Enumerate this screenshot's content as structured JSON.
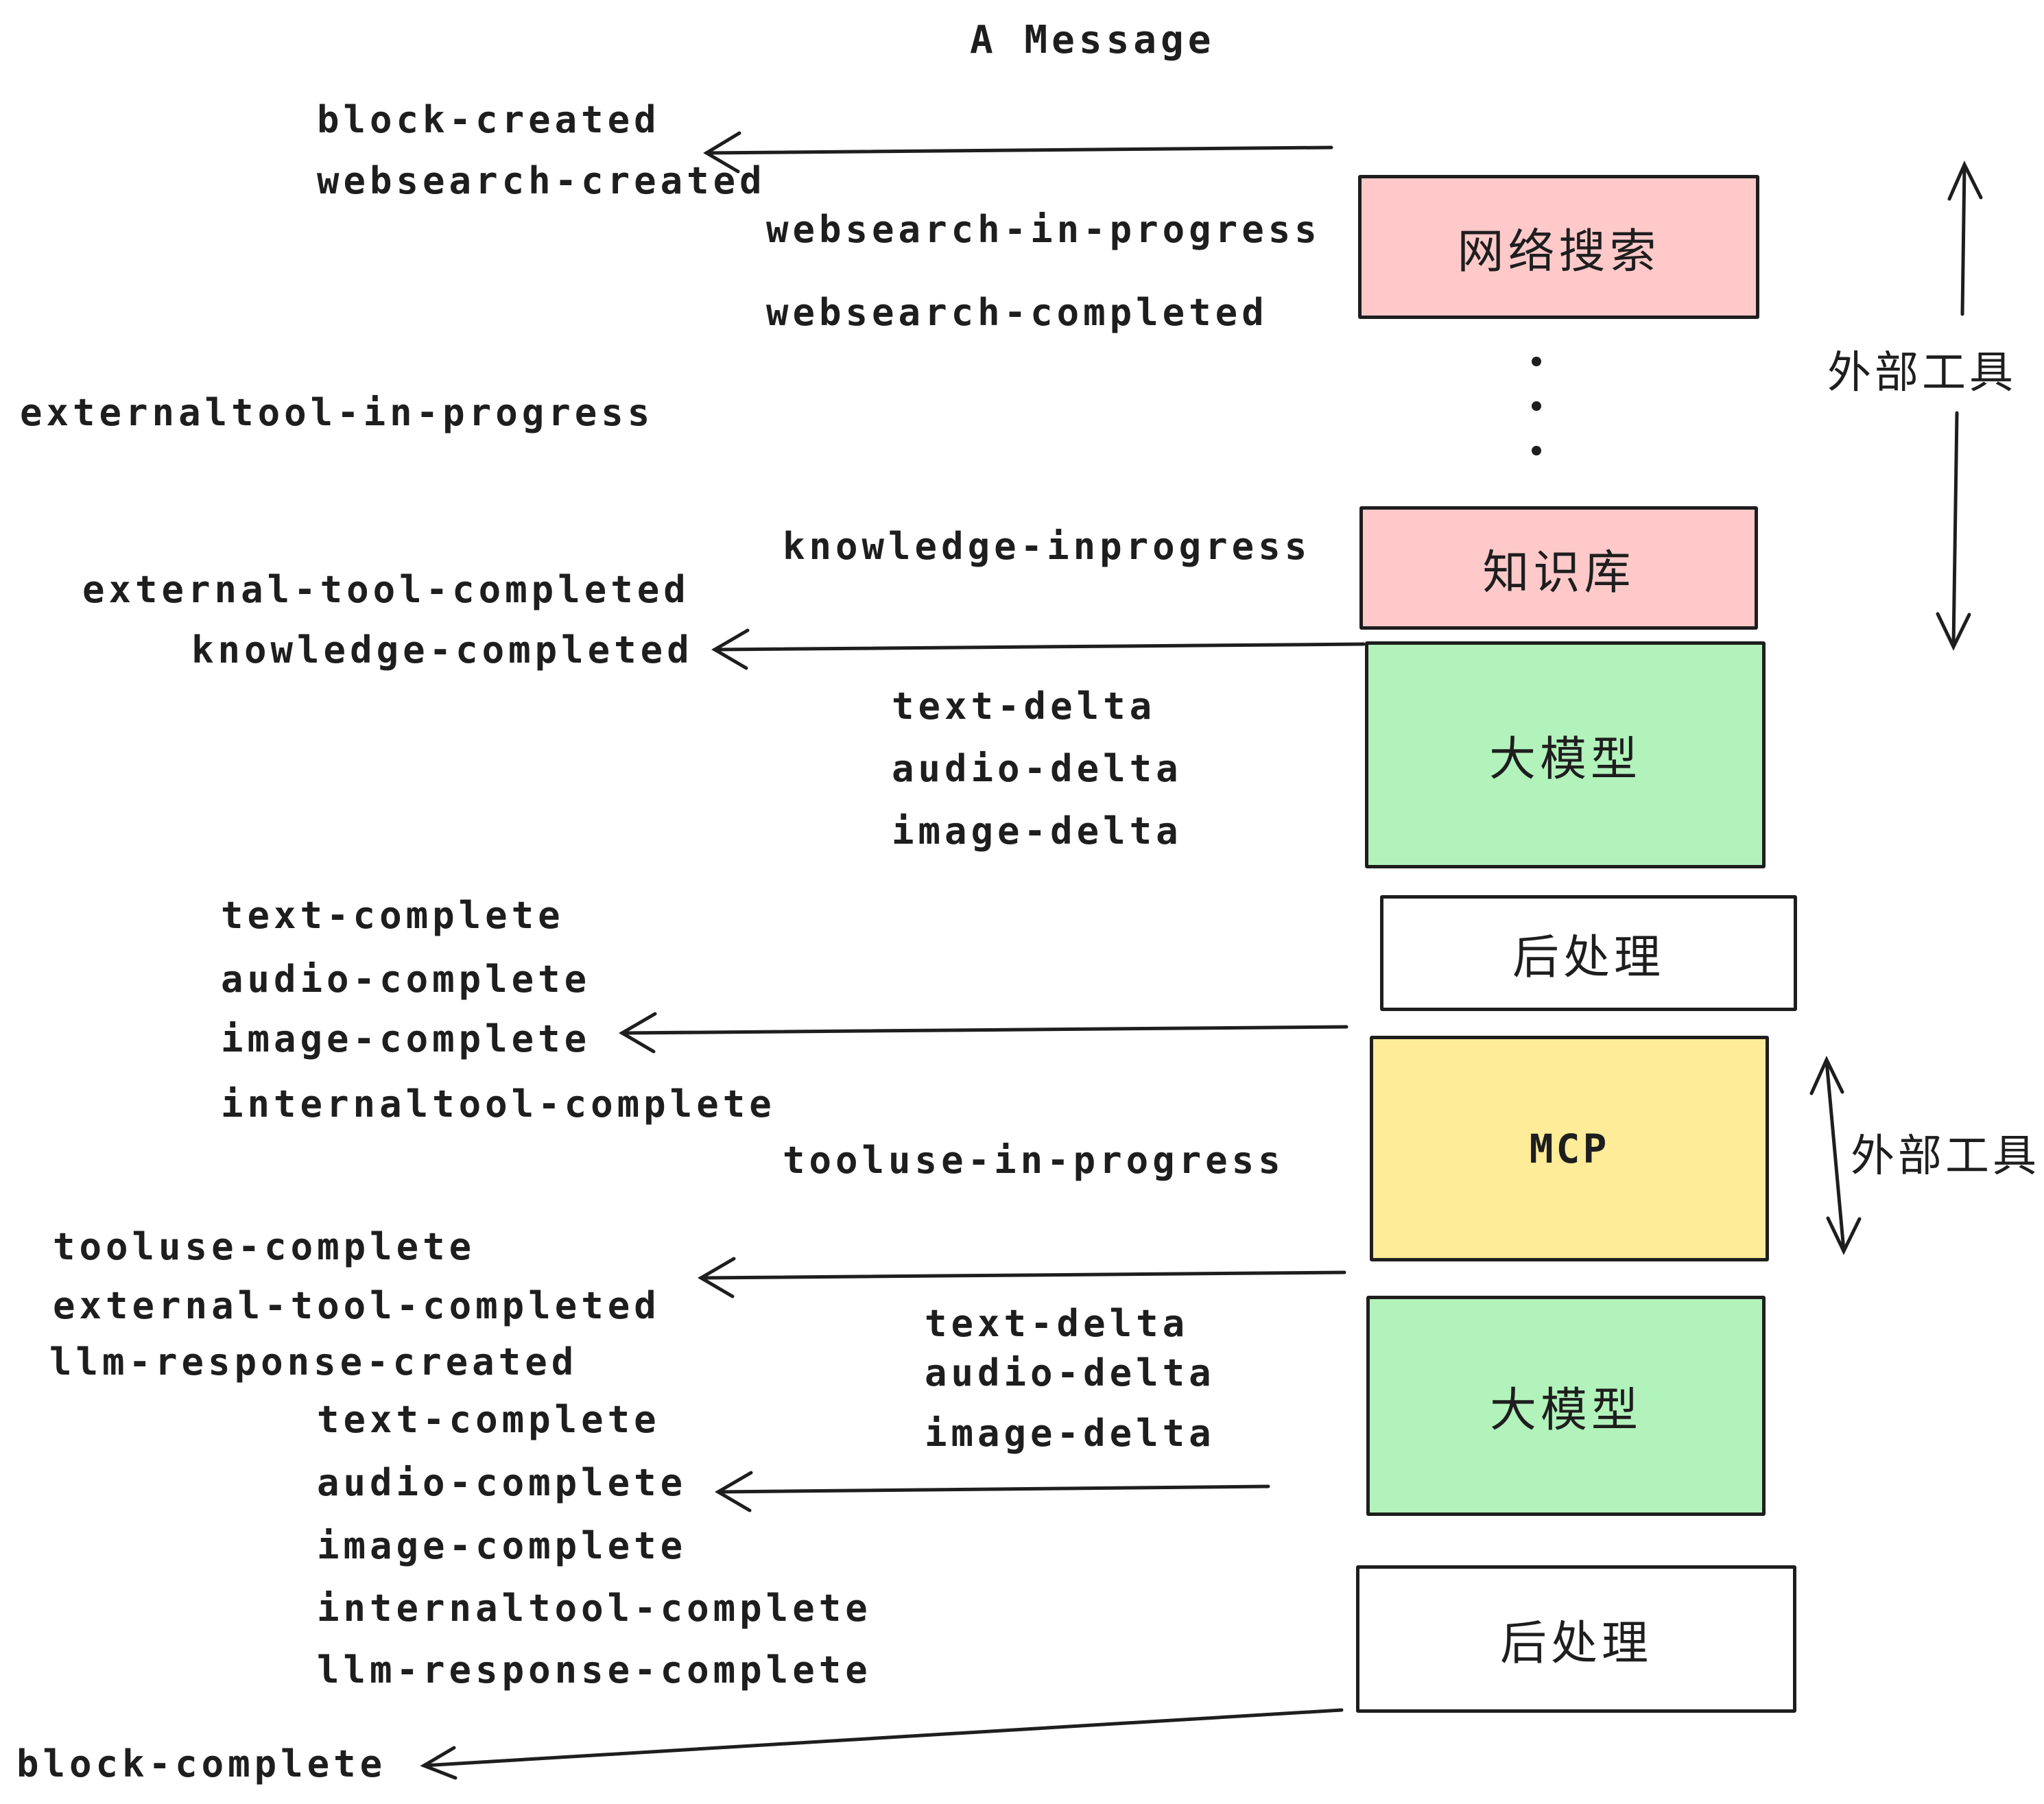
{
  "title": "A Message",
  "palette": {
    "pink": "#ffc9c9",
    "green": "#b2f2bb",
    "yellow": "#ffec99",
    "white": "#ffffff",
    "ink": "#1e1e1e"
  },
  "boxes": {
    "websearch": {
      "label": "网络搜索",
      "color": "pink"
    },
    "knowledge": {
      "label": "知识库",
      "color": "pink"
    },
    "llm1": {
      "label": "大模型",
      "color": "green"
    },
    "post1": {
      "label": "后处理",
      "color": "white"
    },
    "mcp": {
      "label": "MCP",
      "color": "yellow"
    },
    "llm2": {
      "label": "大模型",
      "color": "green"
    },
    "post2": {
      "label": "后处理",
      "color": "white"
    }
  },
  "side_labels": {
    "external_tools_top": "外部工具",
    "external_tools_mcp": "外部工具"
  },
  "events": [
    {
      "text": "block-created"
    },
    {
      "text": "websearch-created"
    },
    {
      "text": "websearch-in-progress"
    },
    {
      "text": "websearch-completed"
    },
    {
      "text": "externaltool-in-progress"
    },
    {
      "text": "knowledge-inprogress"
    },
    {
      "text": "external-tool-completed"
    },
    {
      "text": "knowledge-completed"
    },
    {
      "text": "text-delta"
    },
    {
      "text": "audio-delta"
    },
    {
      "text": "image-delta"
    },
    {
      "text": "text-complete"
    },
    {
      "text": "audio-complete"
    },
    {
      "text": "image-complete"
    },
    {
      "text": "internaltool-complete"
    },
    {
      "text": "tooluse-in-progress"
    },
    {
      "text": "tooluse-complete"
    },
    {
      "text": "external-tool-completed"
    },
    {
      "text": "llm-response-created"
    },
    {
      "text": "text-delta"
    },
    {
      "text": "audio-delta"
    },
    {
      "text": "image-delta"
    },
    {
      "text": "text-complete"
    },
    {
      "text": "audio-complete"
    },
    {
      "text": "image-complete"
    },
    {
      "text": "internaltool-complete"
    },
    {
      "text": "llm-response-complete"
    },
    {
      "text": "block-complete"
    }
  ]
}
